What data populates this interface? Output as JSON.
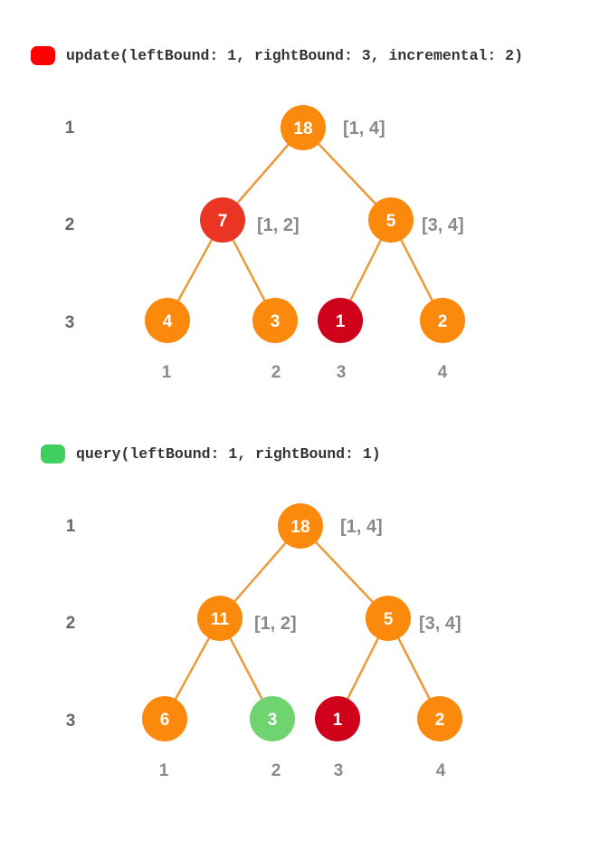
{
  "colors": {
    "orange": "#fb8a0c",
    "red": "#ea3524",
    "dark_red": "#d0021b",
    "green": "#6fd46f",
    "edge": "#ec9a3c"
  },
  "diagrams": [
    {
      "legend": {
        "text": "update(leftBound: 1, rightBound: 3, incremental: 2)",
        "color": "#ff0000"
      },
      "levels": [
        "1",
        "2",
        "3"
      ],
      "leaves": [
        "1",
        "2",
        "3",
        "4"
      ],
      "nodes": {
        "root": {
          "value": "18",
          "color": "#fb8a0c",
          "range": "[1, 4]"
        },
        "left": {
          "value": "7",
          "color": "#ea3524",
          "range": "[1, 2]"
        },
        "right": {
          "value": "5",
          "color": "#fb8a0c",
          "range": "[3, 4]"
        },
        "leaf1": {
          "value": "4",
          "color": "#fb8a0c"
        },
        "leaf2": {
          "value": "3",
          "color": "#fb8a0c"
        },
        "leaf3": {
          "value": "1",
          "color": "#d0021b"
        },
        "leaf4": {
          "value": "2",
          "color": "#fb8a0c"
        }
      }
    },
    {
      "legend": {
        "text": "query(leftBound: 1, rightBound: 1)",
        "color": "#3ecf5e"
      },
      "levels": [
        "1",
        "2",
        "3"
      ],
      "leaves": [
        "1",
        "2",
        "3",
        "4"
      ],
      "nodes": {
        "root": {
          "value": "18",
          "color": "#fb8a0c",
          "range": "[1, 4]"
        },
        "left": {
          "value": "11",
          "color": "#fb8a0c",
          "range": "[1, 2]"
        },
        "right": {
          "value": "5",
          "color": "#fb8a0c",
          "range": "[3, 4]"
        },
        "leaf1": {
          "value": "6",
          "color": "#fb8a0c"
        },
        "leaf2": {
          "value": "3",
          "color": "#6fd46f"
        },
        "leaf3": {
          "value": "1",
          "color": "#d0021b"
        },
        "leaf4": {
          "value": "2",
          "color": "#fb8a0c"
        }
      }
    }
  ]
}
